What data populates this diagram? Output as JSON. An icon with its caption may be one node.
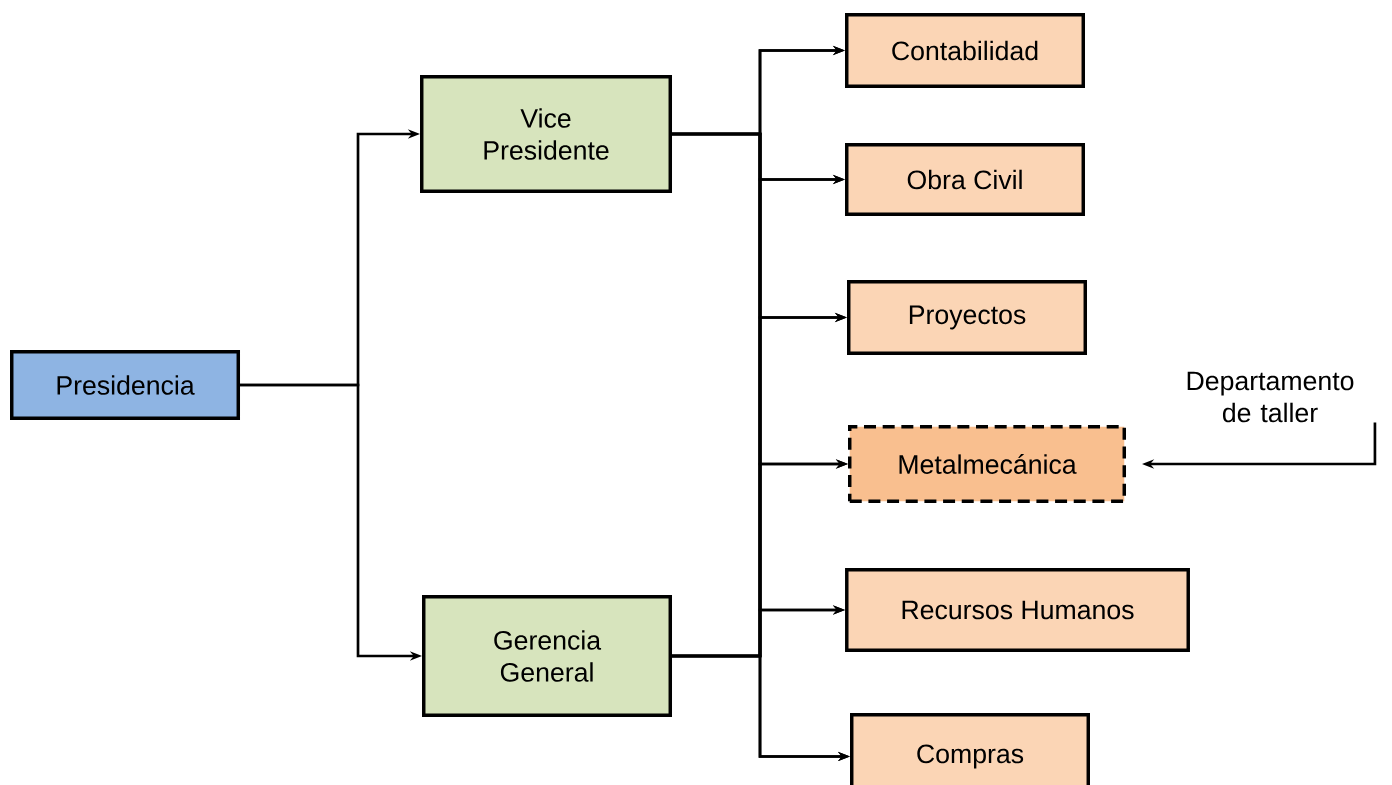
{
  "diagram": {
    "nodes": [
      {
        "text": [
          "Presidencia"
        ]
      },
      {
        "text": [
          "Vice Presidente"
        ]
      },
      {
        "text": [
          "Gerencia General"
        ]
      },
      {
        "text": [
          "Contabilidad"
        ]
      },
      {
        "text": [
          "Obra Civil"
        ]
      },
      {
        "text": [
          "Proyectos"
        ]
      },
      {
        "text": [
          "Metalmecánica"
        ]
      },
      {
        "text": [
          "Recursos Humanos"
        ]
      },
      {
        "text": [
          "Compras"
        ]
      },
      {
        "text": [
          "Departamento de taller"
        ]
      }
    ],
    "edges": [
      {
        "from": 0,
        "to": 1,
        "arrow": "to"
      },
      {
        "from": 0,
        "to": 2,
        "arrow": "to"
      },
      {
        "from": 1,
        "to": 3,
        "arrow": "to"
      },
      {
        "from": 1,
        "to": 4,
        "arrow": "to"
      },
      {
        "from": 1,
        "to": 5,
        "arrow": "to"
      },
      {
        "from": 1,
        "to": 6,
        "arrow": "to"
      },
      {
        "from": 1,
        "to": 7,
        "arrow": "to"
      },
      {
        "from": 1,
        "to": 8,
        "arrow": "to"
      },
      {
        "from": 2,
        "to": 3,
        "arrow": "to"
      },
      {
        "from": 2,
        "to": 4,
        "arrow": "to"
      },
      {
        "from": 2,
        "to": 5,
        "arrow": "to"
      },
      {
        "from": 2,
        "to": 6,
        "arrow": "to"
      },
      {
        "from": 2,
        "to": 7,
        "arrow": "to"
      },
      {
        "from": 2,
        "to": 8,
        "arrow": "to"
      },
      {
        "from": 9,
        "to": 6,
        "arrow": "to"
      }
    ]
  }
}
